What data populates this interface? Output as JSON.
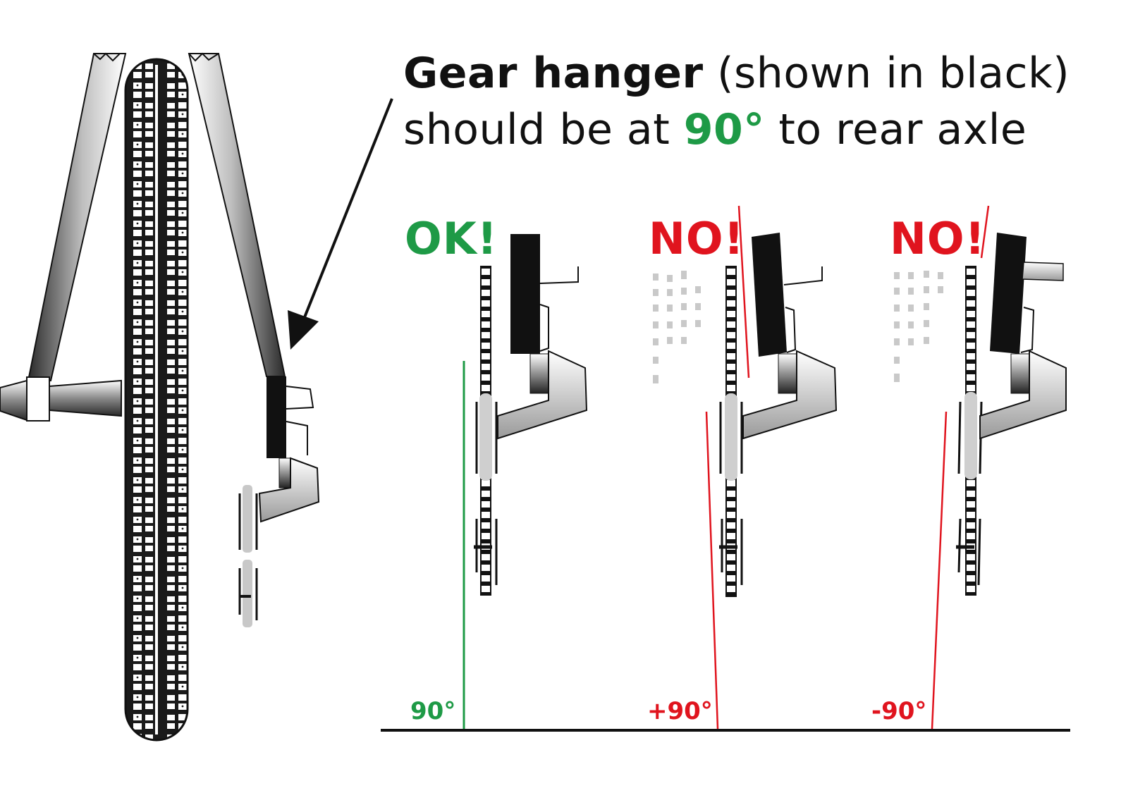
{
  "heading": {
    "part1_bold": "Gear hanger",
    "part1_rest": " (shown in black)",
    "part2_start": "should be at ",
    "part2_accent": "90°",
    "part2_end": " to rear axle"
  },
  "examples": [
    {
      "verdict": "OK!",
      "angle": "90°",
      "status": "correct"
    },
    {
      "verdict": "NO!",
      "angle": "+90°",
      "status": "bent"
    },
    {
      "verdict": "NO!",
      "angle": "-90°",
      "status": "bent"
    }
  ],
  "colors": {
    "ok": "#1e9a46",
    "no": "#e0141e",
    "ink": "#111111",
    "tyre": "#1a1a1a"
  },
  "icons": [
    "rear-wheel-icon",
    "frame-stay-icon",
    "axle-hub-icon",
    "gear-hanger-icon",
    "derailleur-icon",
    "pointer-arrow-icon"
  ]
}
